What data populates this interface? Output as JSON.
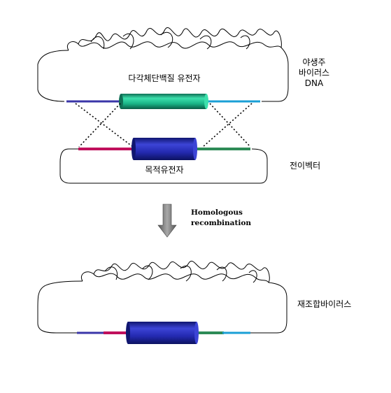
{
  "wild_virus_dna": {
    "label_line1": "야생주",
    "label_line2": "바이러스",
    "label_line3": "DNA",
    "gene_label": "다각체단백질 유전자"
  },
  "transfer_vector": {
    "label": "전이벡터",
    "gene_label": "목적유전자"
  },
  "process": {
    "label_line1": "Homologous",
    "label_line2": "recombination"
  },
  "recombinant_virus": {
    "label": "재조합바이러스"
  },
  "colors": {
    "outline": "#000000",
    "polyhedrin_gene": "#1bb58a",
    "target_gene": "#262aa8",
    "flank_left_wild": "#3a36a8",
    "flank_right_wild": "#1a9fd6",
    "flank_left_vector": "#c0105c",
    "flank_right_vector": "#2e8b57",
    "arrow": "#777777"
  }
}
